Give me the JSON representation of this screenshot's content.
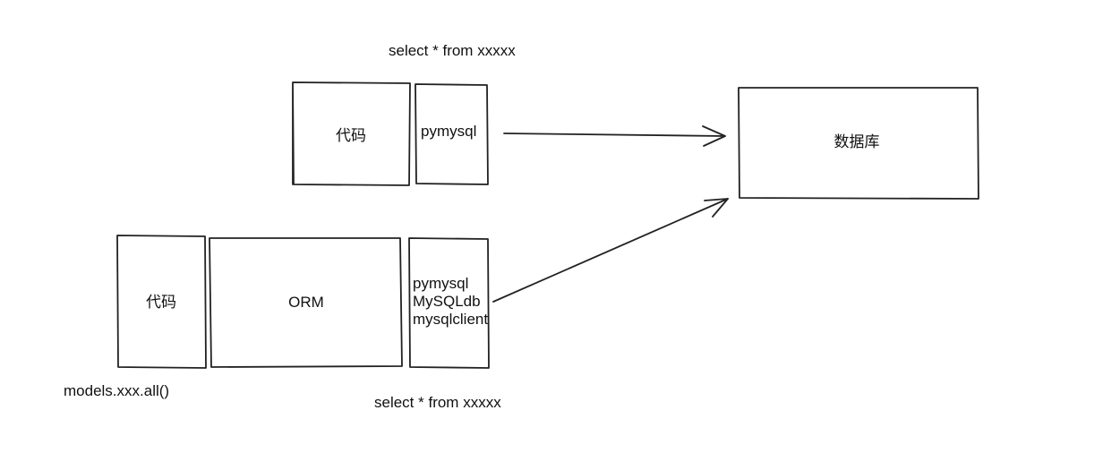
{
  "top_row": {
    "sql_text": "select * from xxxxx",
    "code_label": "代码",
    "driver_label": "pymysql"
  },
  "database": {
    "label": "数据库"
  },
  "bottom_row": {
    "code_label": "代码",
    "orm_label": "ORM",
    "drivers": [
      "pymysql",
      "MySQLdb",
      "mysqlclient"
    ],
    "sql_text": "select * from xxxxx",
    "orm_call": "models.xxx.all()"
  },
  "colors": {
    "stroke": "#222222",
    "text": "#111111",
    "background": "#ffffff"
  }
}
